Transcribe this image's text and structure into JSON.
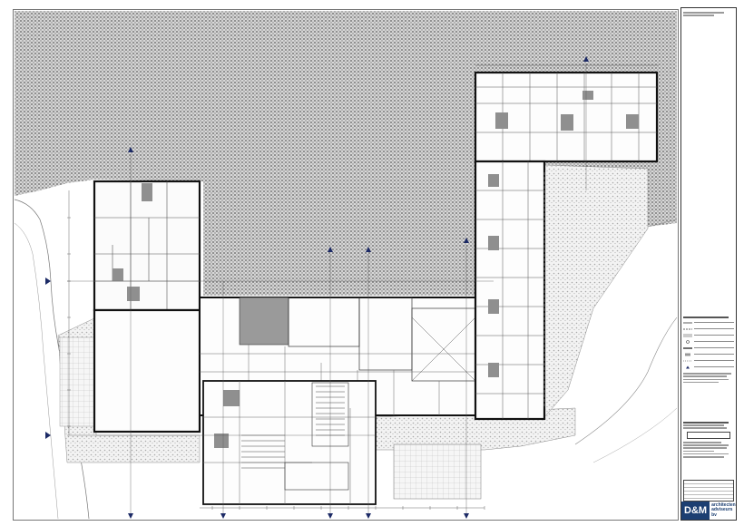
{
  "sheet": {
    "colors": {
      "hatch": "#6f6f6f",
      "wall": "#111111",
      "brand": "#1c3f72",
      "grid_marker": "#1c2a66",
      "column": "#8f8f8f"
    }
  },
  "logo": {
    "mark": "D&M",
    "line1": "architecten",
    "line2": "adviseurs bv"
  }
}
